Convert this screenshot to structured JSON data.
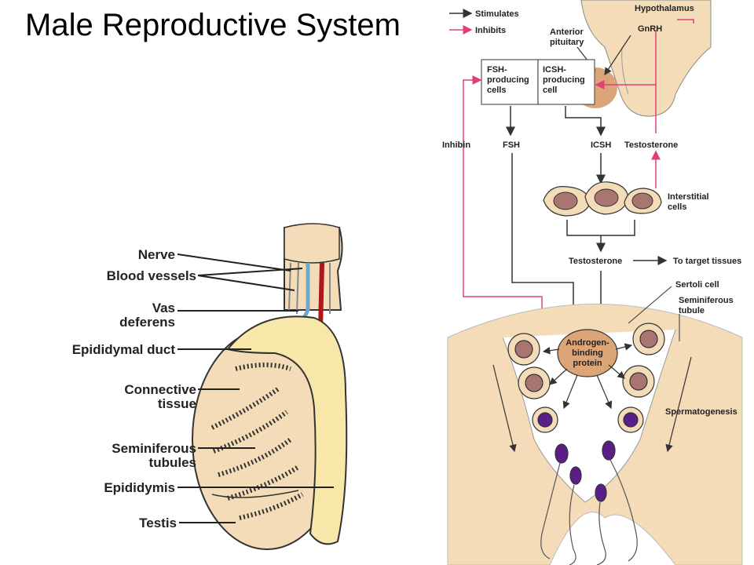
{
  "title": "Male Reproductive System",
  "legend": {
    "stimulates": "Stimulates",
    "inhibits": "Inhibits"
  },
  "colors": {
    "stimulate": "#333333",
    "inhibit": "#e0407a",
    "tissue": "#f4dcb8",
    "cell": "#a87570",
    "sperm": "#5b1e86"
  },
  "anatomy": {
    "nerve": "Nerve",
    "blood_vessels": "Blood vessels",
    "vas_line1": "Vas",
    "vas_line2": "deferens",
    "epididymal_duct": "Epididymal duct",
    "connective_line1": "Connective",
    "connective_line2": "tissue",
    "seminiferous_line1": "Seminiferous",
    "seminiferous_line2": "tubules",
    "epididymis": "Epididymis",
    "testis": "Testis"
  },
  "hormone": {
    "hypothalamus": "Hypothalamus",
    "gnrh": "GnRH",
    "anterior_line1": "Anterior",
    "anterior_line2": "pituitary",
    "fsh_cells_line1": "FSH-",
    "fsh_cells_line2": "producing",
    "fsh_cells_line3": "cells",
    "icsh_cell_line1": "ICSH-",
    "icsh_cell_line2": "producing",
    "icsh_cell_line3": "cell",
    "inhibin": "Inhibin",
    "fsh": "FSH",
    "icsh": "ICSH",
    "testosterone_top": "Testosterone",
    "interstitial_line1": "Interstitial",
    "interstitial_line2": "cells",
    "testosterone_mid": "Testosterone",
    "target": "To target tissues",
    "sertoli": "Sertoli cell",
    "tubule_line1": "Seminiferous",
    "tubule_line2": "tubule",
    "abp_line1": "Androgen-",
    "abp_line2": "binding",
    "abp_line3": "protein",
    "spermatogenesis": "Spermatogenesis"
  }
}
